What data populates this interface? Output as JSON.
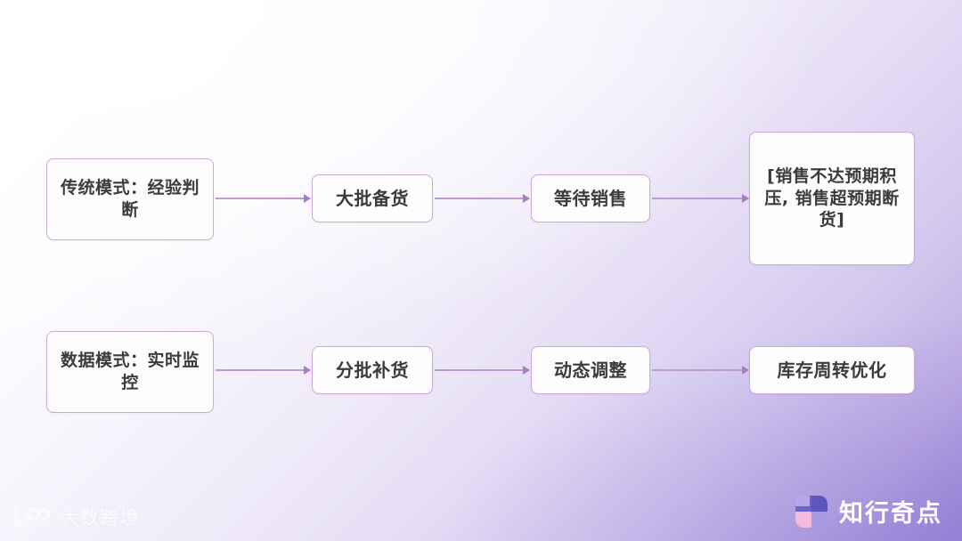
{
  "slide": {
    "background_top_color": "#ffffff",
    "background_bottom_color": "#9b88d6",
    "node_border_color": "#c9a9d6",
    "node_fill_color": "#fdfdfe",
    "node_text_color": "#3b3b3d",
    "connector_color": "#bb9bd2"
  },
  "flow": {
    "row_traditional": {
      "nodes": [
        {
          "id": "traditional-mode",
          "label": "传统模式：经验判断"
        },
        {
          "id": "bulk-stocking",
          "label": "大批备货"
        },
        {
          "id": "wait-for-sales",
          "label": "等待销售"
        },
        {
          "id": "sales-outcome",
          "label": "[销售不达预期积压, 销售超预期断货]"
        }
      ]
    },
    "row_data": {
      "nodes": [
        {
          "id": "data-mode",
          "label": "数据模式：实时监控"
        },
        {
          "id": "batch-replenishment",
          "label": "分批补货"
        },
        {
          "id": "dynamic-adjustment",
          "label": "动态调整"
        },
        {
          "id": "inventory-turnover",
          "label": "库存周转优化"
        }
      ]
    }
  },
  "watermark": {
    "icon": "dashu-kuajing-logo-icon",
    "text": "大数跨境"
  },
  "brand": {
    "icon": "zhixing-qidian-logo-icon",
    "text": "知行奇点"
  }
}
